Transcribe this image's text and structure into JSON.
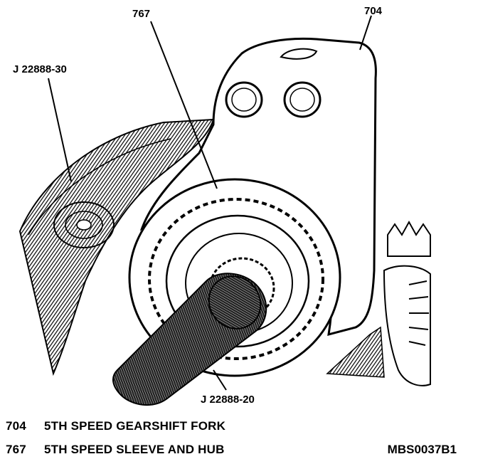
{
  "callouts": {
    "tool_top": "J 22888-30",
    "part_767": "767",
    "part_704": "704",
    "tool_bottom": "J 22888-20"
  },
  "legend": [
    {
      "number": "704",
      "description": "5TH SPEED GEARSHIFT FORK"
    },
    {
      "number": "767",
      "description": "5TH SPEED SLEEVE AND HUB"
    }
  ],
  "figure_code": "MBS0037B1",
  "colors": {
    "ink": "#000000",
    "paper": "#ffffff",
    "shade": "#555555"
  }
}
